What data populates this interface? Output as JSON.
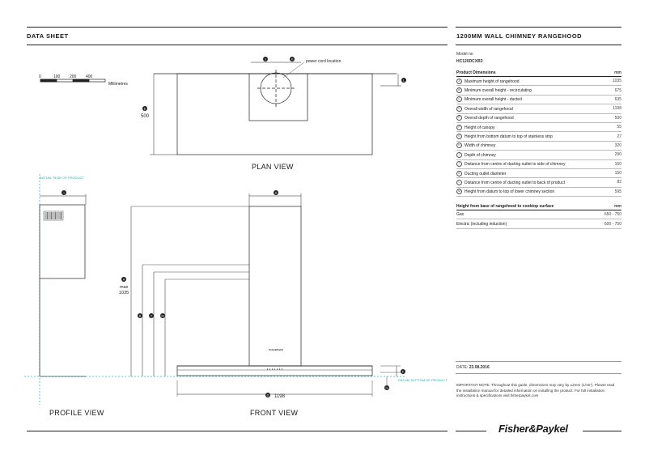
{
  "header": {
    "left_title": "DATA SHEET",
    "right_title": "1200MM WALL CHIMNEY RANGEHOOD"
  },
  "model": {
    "label": "Model no",
    "value": "HC120DCXB3"
  },
  "dimensions_table": {
    "header_label": "Product Dimensions",
    "header_unit": "mm",
    "rows": [
      {
        "key": "A",
        "label": "Maximum height of rangehood",
        "value": "1035"
      },
      {
        "key": "B",
        "label": "Minimum overall height - recirculating",
        "value": "675"
      },
      {
        "key": "C",
        "label": "Minimum overall height - ducted",
        "value": "635"
      },
      {
        "key": "D",
        "label": "Overall width of rangehood",
        "value": "1198"
      },
      {
        "key": "E",
        "label": "Overall depth of rangehood",
        "value": "500"
      },
      {
        "key": "F",
        "label": "Height of canopy",
        "value": "55"
      },
      {
        "key": "G",
        "label": "Height from bottom datum to top of stainless strip",
        "value": "27"
      },
      {
        "key": "H",
        "label": "Width of chimney",
        "value": "320"
      },
      {
        "key": "I",
        "label": "Depth of chimney",
        "value": "290"
      },
      {
        "key": "J",
        "label": "Distance from centre of ducting outlet to side of chimney",
        "value": "160"
      },
      {
        "key": "K",
        "label": "Ducting outlet diameter",
        "value": "150"
      },
      {
        "key": "L",
        "label": "Distance from centre of ducting outlet to back of product",
        "value": "82"
      },
      {
        "key": "M",
        "label": "Height from datum to top of lower chimney section",
        "value": "595"
      }
    ]
  },
  "cooktop_table": {
    "header_label": "Height from base of rangehood to cooktop surface",
    "header_unit": "mm",
    "rows": [
      {
        "label": "Gas",
        "value": "650 - 750"
      },
      {
        "label": "Electric (including induction)",
        "value": "600 - 750"
      }
    ]
  },
  "date": {
    "label": "DATE:",
    "value": "23.08.2016"
  },
  "note": "IMPORTANT NOTE: Throughout this guide, dimensions may vary by ±2mm (1/16\"). Please read the installation manual for detailed information on installing the product. For full installation instructions & specifications visit fisherpaykel.com",
  "brand": "Fisher&Paykel",
  "scale": {
    "ticks": [
      "0",
      "100",
      "200",
      "400"
    ],
    "unit": "Millimetres"
  },
  "plan_view": {
    "label": "PLAN VIEW",
    "callout": "power cord location",
    "dim_value": "500",
    "markers": {
      "j": "J",
      "k": "K",
      "l": "L",
      "e": "E"
    }
  },
  "profile_view": {
    "label": "PROFILE VIEW",
    "datum_rear": "DATUM: REAR OF PRODUCT",
    "markers": {
      "i": "I"
    }
  },
  "front_view": {
    "label": "FRONT VIEW",
    "datum_bottom": "DATUM: BOTTOM OF PRODUCT",
    "max_label": "max",
    "max_value": "1035",
    "width_value": "1198",
    "logo_small": "Fisher&Paykel",
    "markers": {
      "a": "A",
      "b": "B",
      "c": "C",
      "m": "M",
      "h": "H",
      "d": "D",
      "f": "F",
      "g": "G"
    }
  }
}
